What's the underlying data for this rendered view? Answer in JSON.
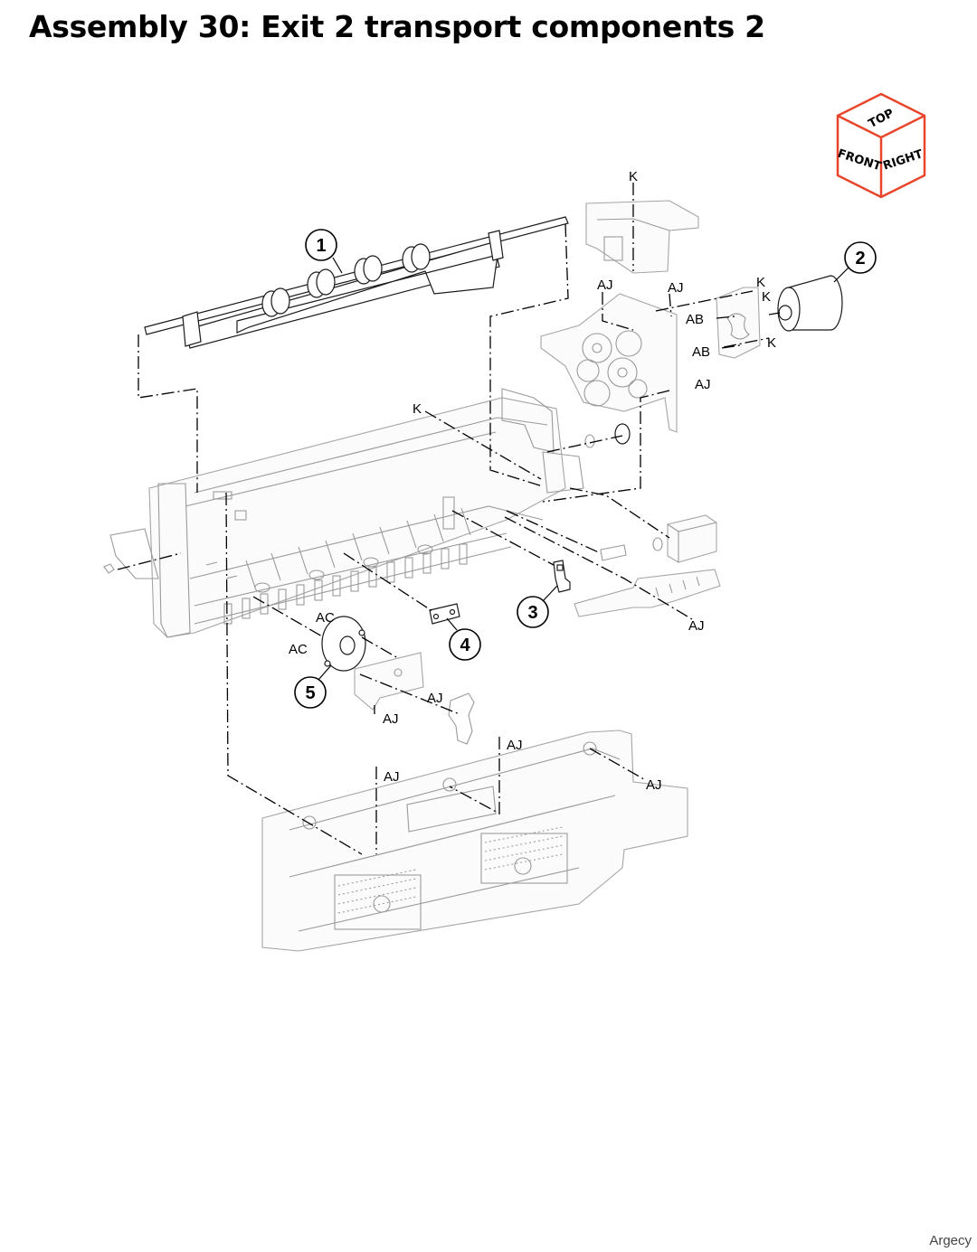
{
  "title": "Assembly 30: Exit 2 transport components 2",
  "orientation_cube": {
    "faces": [
      "TOP",
      "FRONT",
      "RIGHT"
    ],
    "outline_color": "#e8452c"
  },
  "callouts": [
    {
      "number": "1"
    },
    {
      "number": "2"
    },
    {
      "number": "3"
    },
    {
      "number": "4"
    },
    {
      "number": "5"
    }
  ],
  "fastener_labels": {
    "k_top": "K",
    "aj_bracket_left": "AJ",
    "aj_bracket_right": "AJ",
    "k_motor_1": "K",
    "k_motor_2": "K",
    "ab_motor_1": "AB",
    "ab_motor_2": "AB",
    "k_motor_3": "K",
    "aj_gearbox": "AJ",
    "k_frame": "K",
    "aj_sensor_rail": "AJ",
    "ac_1": "AC",
    "ac_2": "AC",
    "aj_plate_1": "AJ",
    "aj_plate_2": "AJ",
    "aj_cover_1": "AJ",
    "aj_cover_2": "AJ",
    "aj_cover_3": "AJ"
  },
  "watermark": "Argecy"
}
